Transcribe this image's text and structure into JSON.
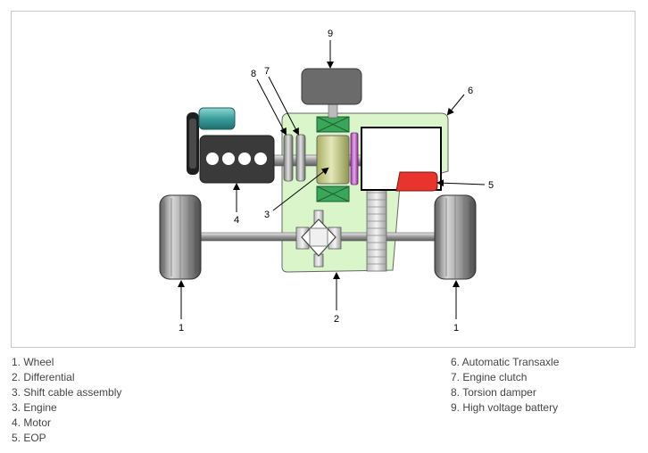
{
  "callouts": {
    "wheel_left": "1",
    "wheel_right": "1",
    "differential": "2",
    "shift_cable": "3",
    "engine": "4",
    "eop": "5",
    "transaxle": "6",
    "engine_clutch": "7",
    "torsion_damper": "8",
    "battery": "9"
  },
  "legend": {
    "left": [
      "1. Wheel",
      "2. Differential",
      "3. Shift cable assembly",
      "3. Engine",
      "4. Motor",
      "5. EOP"
    ],
    "right": [
      "6. Automatic Transaxle",
      "7. Engine clutch",
      "8. Torsion damper",
      "9. High voltage battery"
    ]
  },
  "colors": {
    "transaxle_fill": "#d9f5c9",
    "motor_fill": "#c8cf8a",
    "battery_fill": "#6b6b6b",
    "eop_fill": "#e8342c",
    "coil_fill": "#3aa65a",
    "teal": "#3a9e9c",
    "engine_fill": "#3a3a3a"
  }
}
